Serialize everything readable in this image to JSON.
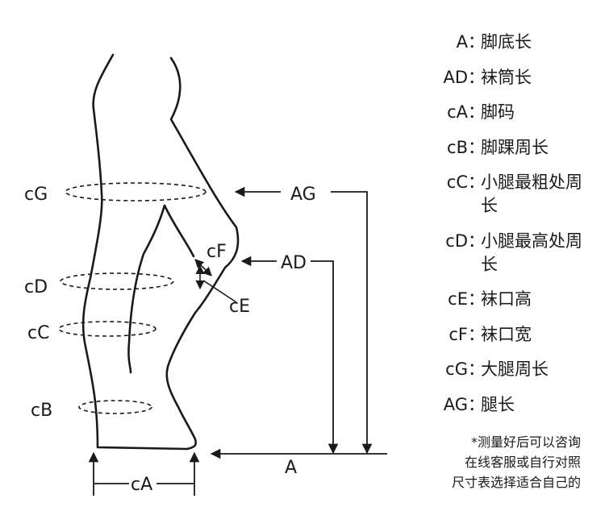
{
  "diagram_labels": {
    "cG": "cG",
    "cD": "cD",
    "cC": "cC",
    "cB": "cB",
    "cF": "cF",
    "cE": "cE",
    "cA": "cA",
    "AG": "AG",
    "AD": "AD",
    "A": "A"
  },
  "legend": [
    {
      "code": "A",
      "sep": "：",
      "desc": "脚底长"
    },
    {
      "code": "AD",
      "sep": "：",
      "desc": "袜筒长"
    },
    {
      "code": "cA",
      "sep": "：",
      "desc": "脚码"
    },
    {
      "code": "cB",
      "sep": "：",
      "desc": "脚踝周长"
    },
    {
      "code": "cC",
      "sep": "：",
      "desc": "小腿最粗处周长"
    },
    {
      "code": "cD",
      "sep": "：",
      "desc": "小腿最高处周长"
    },
    {
      "code": "cE",
      "sep": "：",
      "desc": "袜口高"
    },
    {
      "code": "cF",
      "sep": "：",
      "desc": "袜口宽"
    },
    {
      "code": "cG",
      "sep": "：",
      "desc": "大腿周长"
    },
    {
      "code": "AG",
      "sep": "：",
      "desc": "腿长"
    }
  ],
  "note": {
    "line1": "*测量好后可以咨询",
    "line2": "在线客服或自行对照",
    "line3": "尺寸表选择适合自己的"
  }
}
